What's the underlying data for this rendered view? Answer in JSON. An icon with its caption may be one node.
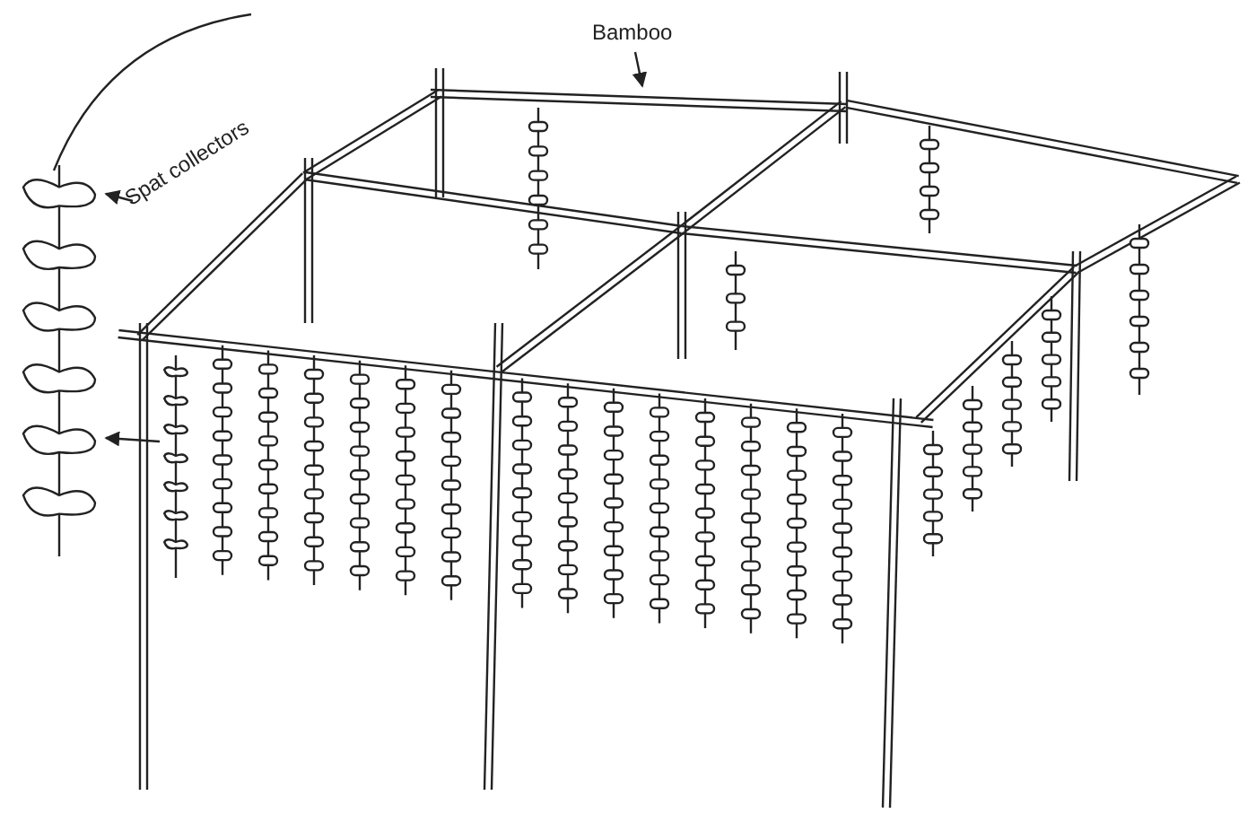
{
  "diagram": {
    "nodes": [
      {
        "text": [
          "Bamboo"
        ]
      },
      {
        "text": [],
        "shape": "bar"
      },
      {
        "text": [
          "Spat collectors"
        ]
      },
      {
        "text": [],
        "shape": "picture"
      },
      {
        "text": [],
        "shape": "picture"
      }
    ],
    "edges": [
      {
        "from": 0,
        "to": 1,
        "arrow": "to"
      },
      {
        "from": 2,
        "to": 3,
        "arrow": "to"
      },
      {
        "from": 4,
        "to": 3,
        "arrow": "to"
      }
    ]
  }
}
